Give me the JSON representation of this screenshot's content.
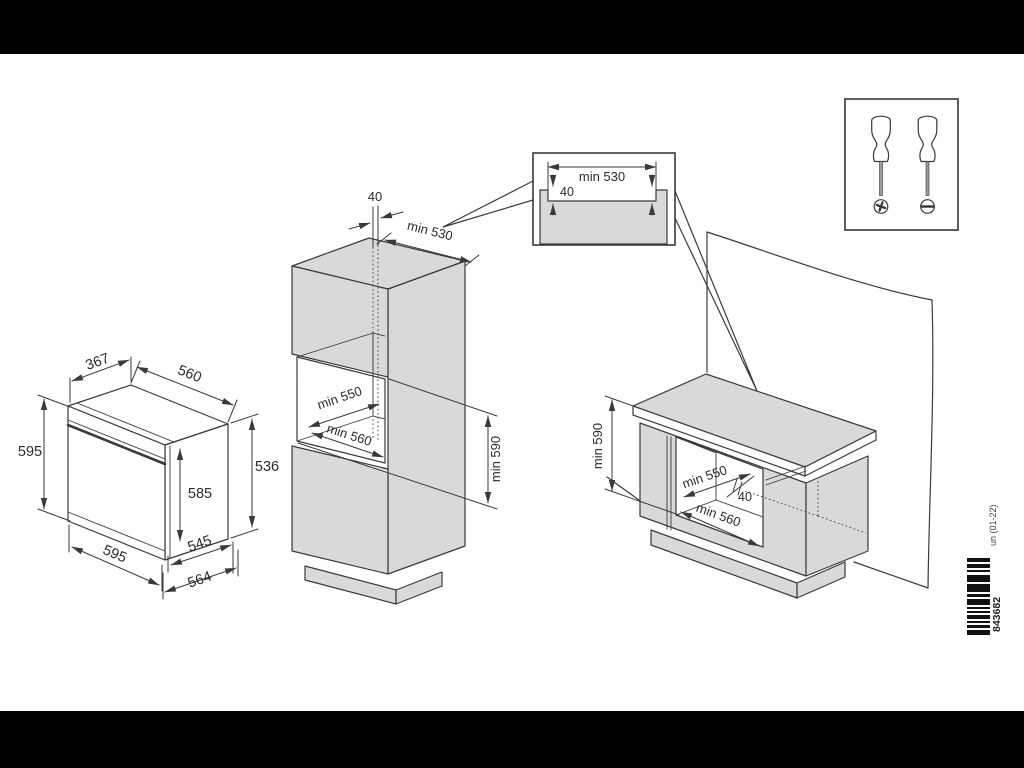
{
  "page": {
    "background": "#000000",
    "paper": "#ffffff"
  },
  "colors": {
    "line": "#3a3a3a",
    "panel_gray": "#d9d9d9",
    "text": "#2b2b2b",
    "barcode": "#111111"
  },
  "oven_view": {
    "dims": {
      "top_depth": "367",
      "top_width": "560",
      "height_front": "595",
      "height_rear": "536",
      "door_height": "585",
      "body_depth": "545",
      "front_width": "595",
      "total_depth": "564"
    }
  },
  "tall_unit_view": {
    "dims": {
      "rear_gap": "40",
      "top_depth": "min 530",
      "niche_depth": "min 550",
      "niche_width": "min 560",
      "niche_height": "min 590"
    }
  },
  "top_recess_detail": {
    "dims": {
      "recess_width": "min 530",
      "recess_depth": "40"
    }
  },
  "base_unit_view": {
    "dims": {
      "niche_height": "min 590",
      "niche_depth": "min 550",
      "rear_gap": "40",
      "niche_width": "min 560"
    }
  },
  "tools_box": {
    "tools": [
      {
        "icon": "phillips-screwdriver-icon"
      },
      {
        "icon": "flathead-screwdriver-icon"
      }
    ]
  },
  "footer": {
    "part_number": "843682",
    "edition_code": "un (01-22)"
  }
}
